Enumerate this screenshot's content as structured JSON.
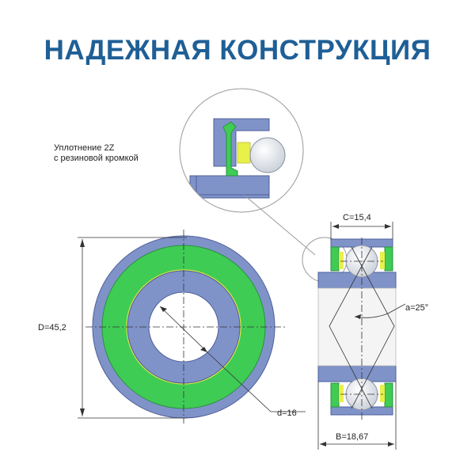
{
  "title": "НАДЕЖНАЯ КОНСТРУКЦИЯ",
  "seal_label_line1": "Уплотнение 2Z",
  "seal_label_line2": "с резиновой кромкой",
  "dim_outer": "D=45,2",
  "dim_inner": "d=16",
  "dim_width_c": "C=15,4",
  "dim_width_b": "B=18,67",
  "dim_angle": "a=25°",
  "colors": {
    "title": "#1f5f96",
    "ring_blue": "#7f93c9",
    "seal_green": "#3fcc55",
    "seal_edge_yellow": "#e8e840"
  }
}
